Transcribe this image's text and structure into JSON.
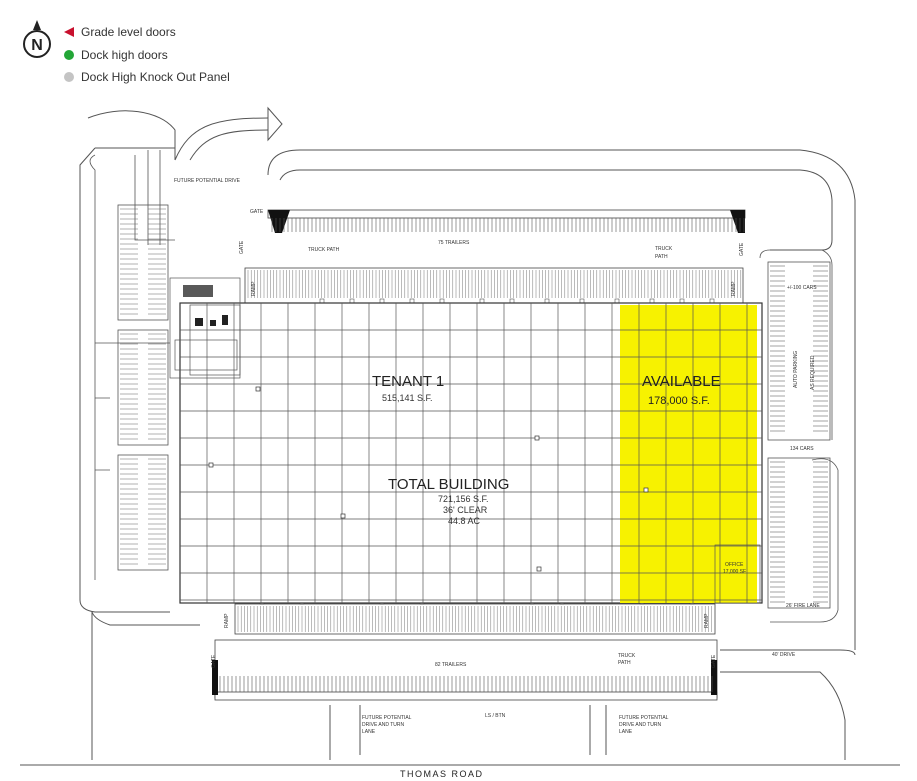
{
  "legend": {
    "north_label": "N",
    "items": [
      {
        "label": "Grade level doors",
        "symbol": "red-triangle"
      },
      {
        "label": "Dock high doors",
        "symbol": "green-dot"
      },
      {
        "label": "Dock High Knock Out Panel",
        "symbol": "gray-dot"
      }
    ]
  },
  "colors": {
    "available": "#f7f200",
    "line": "#444444",
    "red": "#c8102e",
    "green": "#23a637",
    "gray": "#c4c4c4"
  },
  "building": {
    "tenant_title": "TENANT 1",
    "tenant_sf": "515,141 S.F.",
    "available_title": "AVAILABLE",
    "available_sf": "178,000 S.F.",
    "total_title": "TOTAL BUILDING",
    "total_sf": "721,156 S.F.",
    "clear_height": "36' CLEAR",
    "acres": "44.8 AC",
    "office_label": "OFFICE",
    "office_sf": "17,000 SF"
  },
  "site": {
    "future_drive_nw": "FUTURE POTENTIAL DRIVE",
    "gate": "GATE",
    "truck_path": "TRUCK PATH",
    "truck_path_1": "TRUCK",
    "truck_path_2": "PATH",
    "trailers_north": "75 TRAILERS",
    "trailers_south": "82 TRAILERS",
    "ramp": "RAMP",
    "cars_count": "+/-100 CARS",
    "auto_parking": "AUTO PARKING",
    "as_required": "AS REQUIRED",
    "cars_134": "134 CARS",
    "fire_lane": "26' FIRE LANE",
    "drive_40": "40' DRIVE",
    "ls": "LS / BTN",
    "future_drive_turn": "FUTURE POTENTIAL DRIVE AND TURN LANE",
    "future_drive_turn_l1": "FUTURE POTENTIAL",
    "future_drive_turn_l2": "DRIVE AND TURN",
    "future_drive_turn_l3": "LANE",
    "road": "THOMAS ROAD"
  }
}
